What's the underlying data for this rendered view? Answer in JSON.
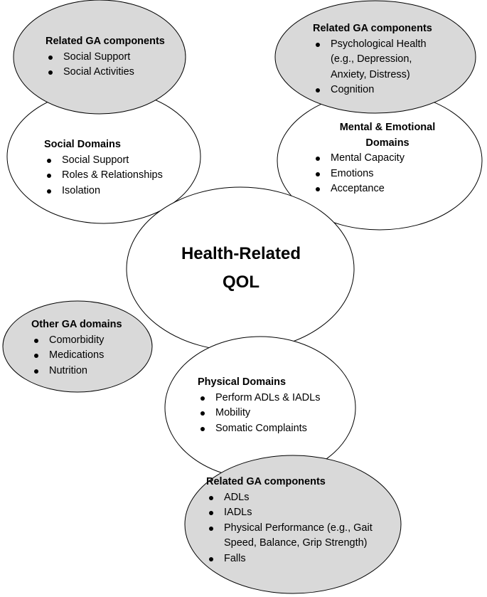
{
  "center": {
    "line1": "Health-Related",
    "line2": "QOL"
  },
  "social_ga": {
    "title": "Related GA components",
    "items": [
      "Social Support",
      "Social Activities"
    ]
  },
  "psych_ga": {
    "title": "Related GA components",
    "items": [
      "Psychological Health (e.g., Depression, Anxiety, Distress)",
      "Cognition"
    ]
  },
  "social_domains": {
    "title": "Social Domains",
    "items": [
      "Social Support",
      "Roles & Relationships",
      "Isolation"
    ]
  },
  "mental_domains": {
    "title": "Mental & Emotional Domains",
    "items": [
      "Mental Capacity",
      "Emotions",
      "Acceptance"
    ]
  },
  "other_ga": {
    "title": "Other GA domains",
    "items": [
      "Comorbidity",
      "Medications",
      "Nutrition"
    ]
  },
  "physical_domains": {
    "title": "Physical Domains",
    "items": [
      "Perform ADLs & IADLs",
      "Mobility",
      "Somatic Complaints"
    ]
  },
  "physical_ga": {
    "title": "Related GA components",
    "items": [
      "ADLs",
      "IADLs",
      "Physical Performance (e.g., Gait Speed, Balance, Grip Strength)",
      "Falls"
    ]
  },
  "colors": {
    "ga_fill": "#d9d9d9",
    "domain_fill": "#ffffff",
    "stroke": "#000000"
  }
}
